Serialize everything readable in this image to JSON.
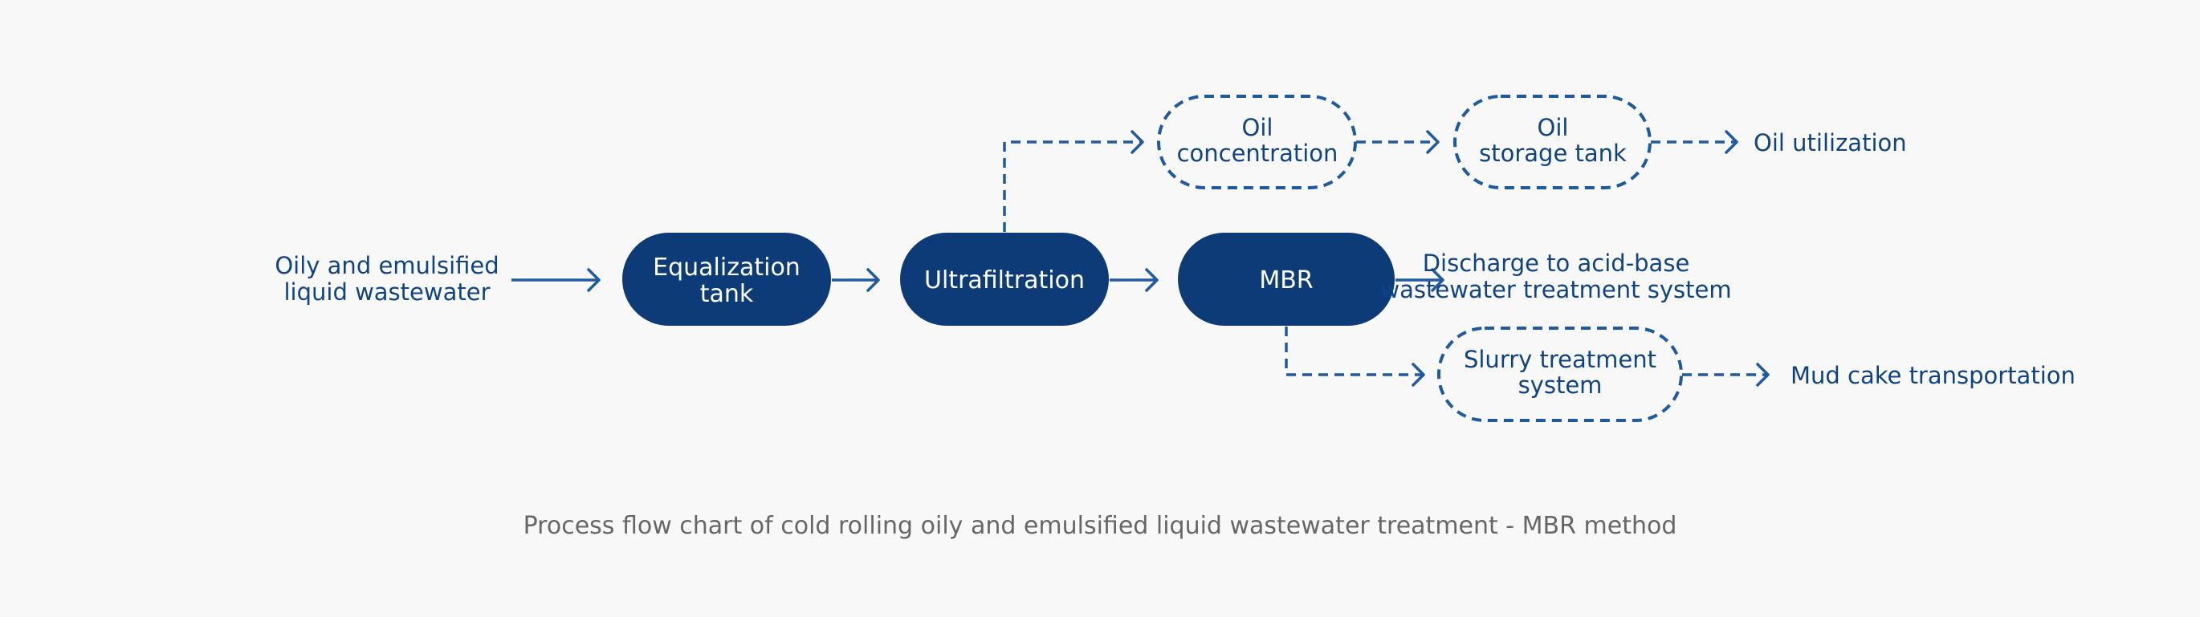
{
  "diagram": {
    "input": {
      "line1": "Oily and emulsified",
      "line2": "liquid wastewater"
    },
    "nodes": {
      "equalization": {
        "line1": "Equalization",
        "line2": "tank"
      },
      "ultrafiltration": {
        "label": "Ultrafiltration"
      },
      "mbr": {
        "label": "MBR"
      },
      "oil_concentration": {
        "line1": "Oil",
        "line2": "concentration"
      },
      "oil_storage": {
        "line1": "Oil",
        "line2": "storage tank"
      },
      "slurry": {
        "line1": "Slurry treatment",
        "line2": "system"
      }
    },
    "outputs": {
      "oil_utilization": "Oil utilization",
      "discharge": {
        "line1": "Discharge to acid-base",
        "line2": "wastewater treatment system"
      },
      "mud_cake": "Mud cake transportation"
    },
    "caption": "Process flow chart of cold rolling oily and emulsified liquid wastewater treatment - MBR method",
    "colors": {
      "primary_node_fill": "#0d3b78",
      "line_color": "#1e5aa3",
      "text_blue": "#0f4386",
      "caption_gray": "#666666",
      "background": "#f8f8f8"
    }
  }
}
